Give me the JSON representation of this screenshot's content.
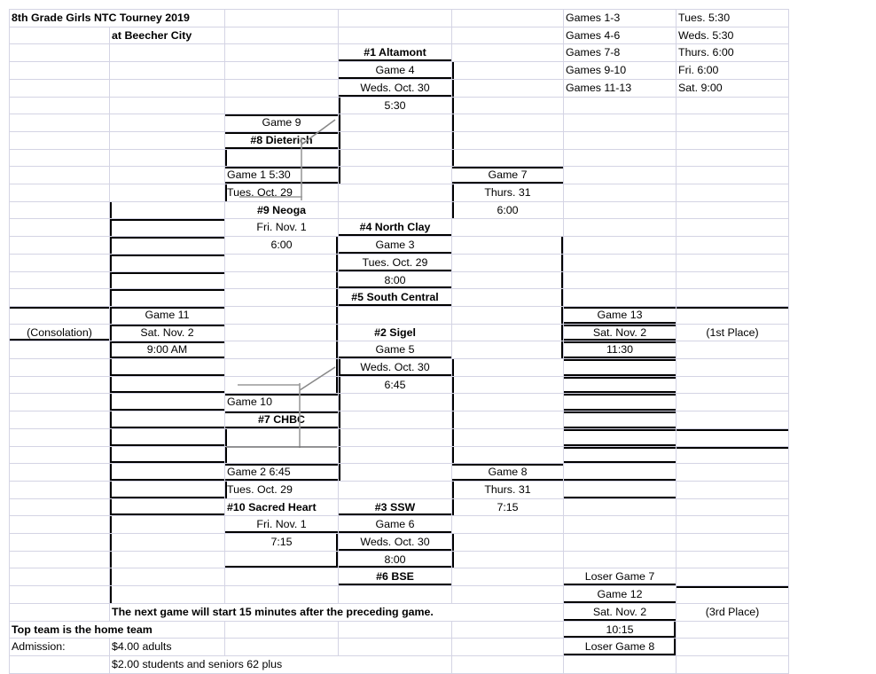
{
  "document": {
    "title": "8th Grade Girls NTC Tourney 2019",
    "subtitle": "at Beecher City"
  },
  "schedule": {
    "rows": [
      {
        "games": "Games 1-3",
        "when": "Tues. 5:30"
      },
      {
        "games": "Games 4-6",
        "when": "Weds. 5:30"
      },
      {
        "games": "Games 7-8",
        "when": "Thurs. 6:00"
      },
      {
        "games": "Games 9-10",
        "when": "Fri. 6:00"
      },
      {
        "games": "Games 11-13",
        "when": "Sat. 9:00"
      }
    ]
  },
  "bracket": {
    "seeds": {
      "s1": "#1 Altamont",
      "s2": "#2   Sigel",
      "s3": "#3 SSW",
      "s4": "#4  North Clay",
      "s5": "#5  South Central",
      "s6": "#6 BSE",
      "s7": "#7   CHBC",
      "s8": "#8 Dieterich",
      "s9": "#9 Neoga",
      "s10": "#10  Sacred Heart"
    },
    "game1": {
      "label": "Game 1   5:30",
      "date": "Tues. Oct. 29",
      "time2": "Fri. Nov. 1",
      "time3": "6:00"
    },
    "game2": {
      "label": "Game 2   6:45",
      "date": "Tues. Oct. 29",
      "time2": "Fri. Nov. 1",
      "time3": "7:15"
    },
    "game3": {
      "label": "Game 3",
      "date": "Tues. Oct. 29",
      "time": "8:00"
    },
    "game4": {
      "label": "Game 4",
      "date": "Weds. Oct. 30",
      "time": "5:30"
    },
    "game5": {
      "label": "Game 5",
      "date": "Weds. Oct. 30",
      "time": "6:45"
    },
    "game6": {
      "label": "Game 6",
      "date": "Weds. Oct. 30",
      "time": "8:00"
    },
    "game7": {
      "label": "Game 7",
      "date": "Thurs. 31",
      "time": "6:00"
    },
    "game8": {
      "label": "Game 8",
      "date": "Thurs. 31",
      "time": "7:15"
    },
    "game9": {
      "label": "Game 9"
    },
    "game10": {
      "label": "Game 10"
    },
    "game11": {
      "label": "Game 11",
      "date": "Sat. Nov. 2",
      "time": "9:00 AM"
    },
    "game12": {
      "label": "Game 12",
      "date": "Sat. Nov. 2",
      "time": "10:15",
      "feed_top": "Loser Game 7",
      "feed_bottom": "Loser Game 8"
    },
    "game13": {
      "label": "Game 13",
      "date": "Sat. Nov. 2",
      "time": "11:30"
    },
    "placements": {
      "consolation": "(Consolation)",
      "first": "(1st Place)",
      "third": "(3rd Place)"
    }
  },
  "notes": {
    "next_game": "The next game will start 15 minutes after the preceding game.",
    "home_team": "Top team is the home team",
    "admission_label": "Admission:",
    "admission_adults": "$4.00 adults",
    "admission_students": "$2.00 students and seniors 62 plus"
  },
  "colors": {
    "grid_line": "#d4d4e4",
    "bracket_line": "#000000",
    "annotation_line": "#808080",
    "text": "#000000",
    "background": "#ffffff"
  }
}
